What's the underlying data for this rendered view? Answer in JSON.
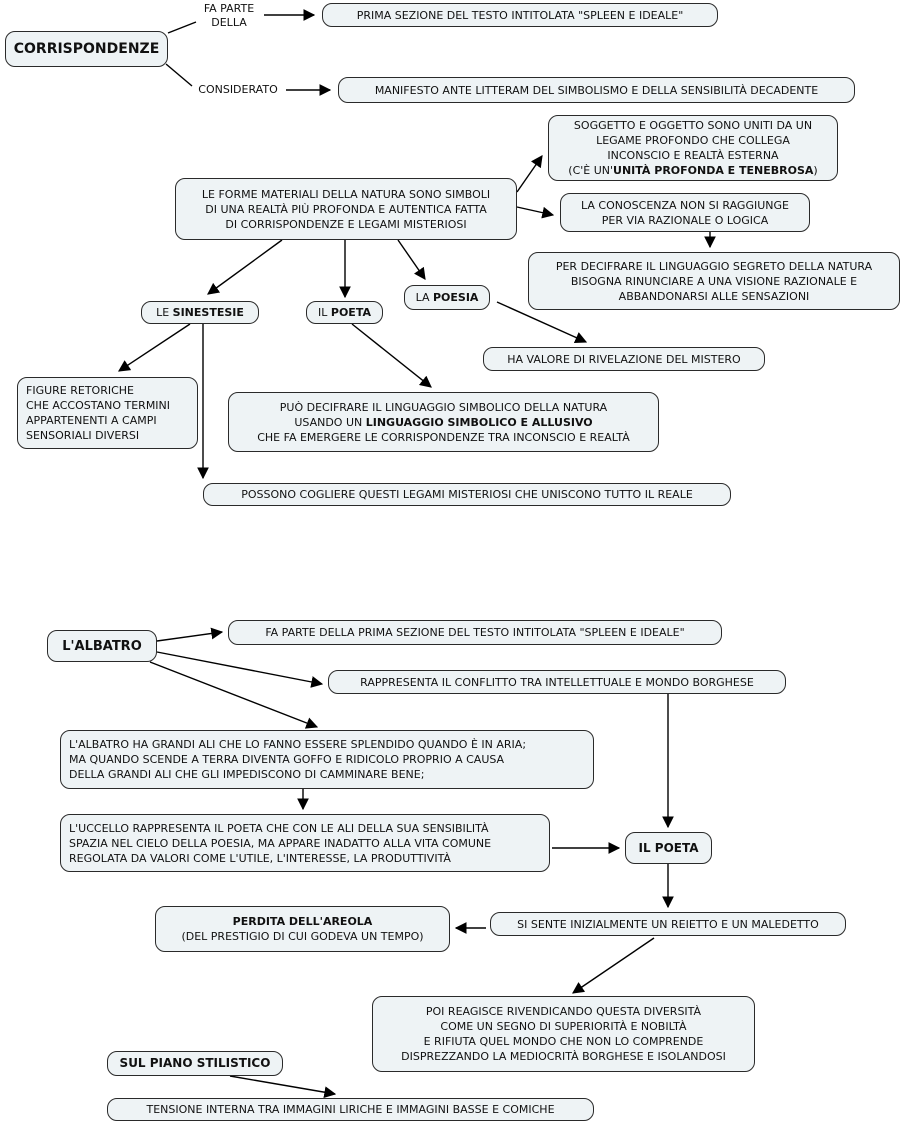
{
  "colors": {
    "node_fill": "#eef3f5",
    "node_border": "#2a2a2a",
    "connector": "#000000",
    "text": "#111111"
  },
  "corrispondenze_map": {
    "root_label": "CORRISPONDENZE",
    "link_labels": {
      "fa_parte_della": "FA PARTE\nDELLA",
      "considerato": "CONSIDERATO"
    },
    "prima_sezione": "PRIMA SEZIONE DEL TESTO INTITOLATA \"SPLEEN E IDEALE\"",
    "manifesto": "MANIFESTO ANTE LITTERAM DEL SIMBOLISMO E DELLA SENSIBILITÀ DECADENTE",
    "forme_materiali": "LE FORME MATERIALI DELLA NATURA SONO SIMBOLI\nDI UNA REALTÀ PIÙ PROFONDA E AUTENTICA FATTA\nDI CORRISPONDENZE E LEGAMI MISTERIOSI",
    "soggetto": {
      "body": "SOGGETTO E OGGETTO SONO UNITI DA UN\nLEGAME PROFONDO CHE COLLEGA\nINCONSCIO E REALTÀ ESTERNA",
      "tail_prefix": "(C'È UN'",
      "tail_bold": "UNITÀ PROFONDA E TENEBROSA",
      "tail_suffix": ")"
    },
    "conoscenza": "LA CONOSCENZA NON SI RAGGIUNGE\nPER VIA RAZIONALE O LOGICA",
    "per_decifrare": "PER DECIFRARE IL LINGUAGGIO SEGRETO DELLA NATURA\nBISOGNA RINUNCIARE A UNA VISIONE RAZIONALE E\nABBANDONARSI ALLE SENSAZIONI",
    "sinestesie": {
      "prefix": "LE ",
      "bold": "SINESTESIE"
    },
    "il_poeta": {
      "prefix": "IL ",
      "bold": "POETA"
    },
    "la_poesia": {
      "prefix": "LA ",
      "bold": "POESIA"
    },
    "ha_valore": "HA VALORE DI RIVELAZIONE DEL MISTERO",
    "figure_retoriche": "FIGURE RETORICHE\nCHE ACCOSTANO TERMINI\nAPPARTENENTI A CAMPI\nSENSORIALI DIVERSI",
    "puo_decifrare": {
      "line1": "PUÒ DECIFRARE IL LINGUAGGIO SIMBOLICO DELLA NATURA",
      "line2_prefix": "USANDO UN ",
      "line2_bold": "LINGUAGGIO SIMBOLICO E ALLUSIVO",
      "line3": "CHE FA EMERGERE LE CORRISPONDENZE TRA INCONSCIO E REALTÀ"
    },
    "possono_cogliere": "POSSONO COGLIERE QUESTI LEGAMI MISTERIOSI CHE UNISCONO TUTTO IL REALE"
  },
  "albatro_map": {
    "root_label": "L'ALBATRO",
    "fa_parte_prima": "FA PARTE DELLA PRIMA SEZIONE DEL TESTO INTITOLATA \"SPLEEN E IDEALE\"",
    "rappresenta": "RAPPRESENTA IL CONFLITTO TRA INTELLETTUALE E MONDO BORGHESE",
    "grandi_ali": "L'ALBATRO HA GRANDI ALI CHE LO FANNO ESSERE SPLENDIDO QUANDO È IN ARIA;\nMA QUANDO SCENDE A TERRA DIVENTA GOFFO E RIDICOLO PROPRIO A CAUSA\nDELLA GRANDI ALI CHE GLI IMPEDISCONO DI CAMMINARE BENE;",
    "uccello": "L'UCCELLO RAPPRESENTA IL POETA CHE CON LE ALI DELLA SUA SENSIBILITÀ\nSPAZIA NEL CIELO DELLA POESIA, MA APPARE INADATTO ALLA VITA COMUNE\nREGOLATA DA VALORI COME L'UTILE, L'INTERESSE, LA PRODUTTIVITÀ",
    "il_poeta": "IL POETA",
    "perdita": {
      "bold": "PERDITA DELL'AREOLA",
      "sub": "(DEL PRESTIGIO DI CUI GODEVA UN TEMPO)"
    },
    "si_sente": "SI SENTE INIZIALMENTE UN REIETTO E UN MALEDETTO",
    "poi_reagisce": "POI REAGISCE RIVENDICANDO QUESTA DIVERSITÀ\nCOME UN SEGNO DI SUPERIORITÀ E NOBILTÀ\nE RIFIUTA QUEL MONDO CHE NON LO COMPRENDE\nDISPREZZANDO LA MEDIOCRITÀ BORGHESE E ISOLANDOSI",
    "sul_piano": "SUL PIANO STILISTICO",
    "tensione": "TENSIONE INTERNA TRA IMMAGINI LIRICHE E IMMAGINI BASSE E COMICHE"
  }
}
